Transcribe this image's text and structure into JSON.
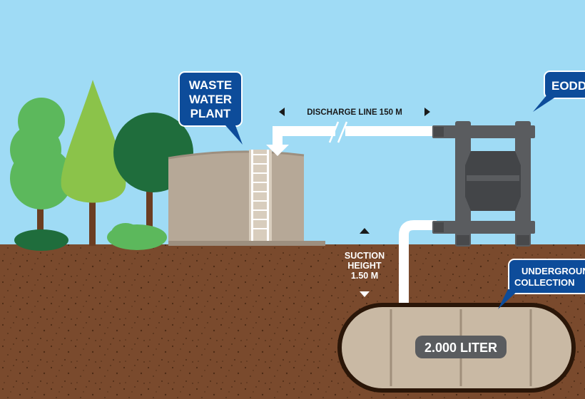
{
  "labels": {
    "plant_line1": "WASTE",
    "plant_line2": "WATER",
    "plant_line3": "PLANT",
    "pump_label": "EODD",
    "discharge": "DISCHARGE LINE 150 M",
    "suction_line1": "SUCTION",
    "suction_line2": "HEIGHT",
    "suction_line3": "1.50 M",
    "tank_line1": "UNDERGROUND",
    "tank_line2": "COLLECTION",
    "tank_capacity": "2.000 LITER"
  },
  "colors": {
    "sky": "#9fdbf5",
    "soil": "#7a4a2d",
    "soil_speck": "#4e2c16",
    "callout_blue": "#0d4c9a",
    "pipe_white": "#ffffff",
    "pump_grey": "#5a5c5f",
    "plant_tank": "#b6a897",
    "underground_tank": "#c9b9a4",
    "tree_light": "#8bc34a",
    "tree_mid": "#5cb85c",
    "tree_dark": "#1f6d3c"
  },
  "icons": {
    "arrow_left": "triangle-left-icon",
    "arrow_right": "triangle-right-icon",
    "arrow_up": "triangle-up-icon",
    "arrow_down": "triangle-down-icon"
  }
}
